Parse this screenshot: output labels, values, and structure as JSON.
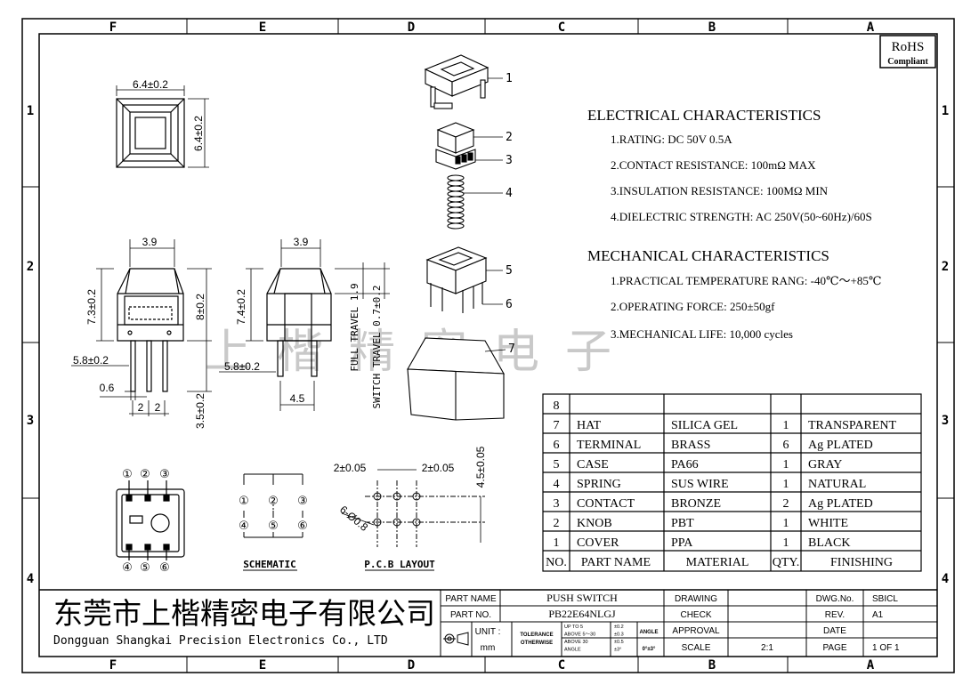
{
  "grid": {
    "columns": [
      "F",
      "E",
      "D",
      "C",
      "B",
      "A"
    ],
    "rows": [
      "1",
      "2",
      "3",
      "4"
    ]
  },
  "rohs": {
    "line1": "RoHS",
    "line2": "Compliant"
  },
  "dimensions": {
    "top_width": "6.4±0.2",
    "top_height": "6.4±0.2",
    "front_top": "3.9",
    "front_left": "7.3±0.2",
    "front_right": "8±0.2",
    "front_pin": "5.8±0.2",
    "pin_pitch_a": "2",
    "pin_pitch_b": "2",
    "pin_width": "0.6",
    "pin_len": "3.5±0.2",
    "side_top": "3.9",
    "side_left": "7.4±0.2",
    "side_pin": "5.8±0.2",
    "side_bottom": "4.5",
    "full_travel": "FULL TRAVEL 1.9",
    "switch_travel": "SWITCH TRAVEL 0.7±0.2",
    "pcb_pitch_a": "2±0.05",
    "pcb_pitch_b": "2±0.05",
    "pcb_height": "4.5±0.05",
    "pcb_holes": "6-Ø0.8"
  },
  "pin_numbers": {
    "top": [
      "①",
      "②",
      "③"
    ],
    "bottom": [
      "④",
      "⑤",
      "⑥"
    ]
  },
  "labels": {
    "schematic": "SCHEMATIC",
    "pcb": "P.C.B LAYOUT"
  },
  "balloons": [
    "1",
    "2",
    "3",
    "4",
    "5",
    "6",
    "7"
  ],
  "watermark": "上  楷  精  密  电  子",
  "electrical": {
    "title": "ELECTRICAL CHARACTERISTICS",
    "items": [
      "1.RATING: DC 50V 0.5A",
      "2.CONTACT RESISTANCE: 100mΩ MAX",
      "3.INSULATION RESISTANCE: 100MΩ MIN",
      "4.DIELECTRIC STRENGTH: AC 250V(50~60Hz)/60S"
    ]
  },
  "mechanical": {
    "title": "MECHANICAL CHARACTERISTICS",
    "items": [
      "1.PRACTICAL TEMPERATURE RANG: -40℃～+85℃",
      "2.OPERATING FORCE: 250±50gf",
      "3.MECHANICAL LIFE: 10,000 cycles"
    ]
  },
  "bom": {
    "header": [
      "NO.",
      "PART NAME",
      "MATERIAL",
      "QTY.",
      "FINISHING"
    ],
    "rows": [
      [
        "8",
        "",
        "",
        "",
        ""
      ],
      [
        "7",
        "HAT",
        "SILICA GEL",
        "1",
        "TRANSPARENT"
      ],
      [
        "6",
        "TERMINAL",
        "BRASS",
        "6",
        "Ag PLATED"
      ],
      [
        "5",
        "CASE",
        "PA66",
        "1",
        "GRAY"
      ],
      [
        "4",
        "SPRING",
        "SUS WIRE",
        "1",
        "NATURAL"
      ],
      [
        "3",
        "CONTACT",
        "BRONZE",
        "2",
        "Ag PLATED"
      ],
      [
        "2",
        "KNOB",
        "PBT",
        "1",
        "WHITE"
      ],
      [
        "1",
        "COVER",
        "PPA",
        "1",
        "BLACK"
      ]
    ]
  },
  "company": {
    "cn": "东莞市上楷精密电子有限公司",
    "en": "Dongguan Shangkai Precision Electronics Co., LTD"
  },
  "title_block": {
    "part_name_label": "PART NAME",
    "part_name": "PUSH SWITCH",
    "part_no_label": "PART NO.",
    "part_no": "PB22E64NLGJ",
    "unit_label": "UNIT :",
    "unit": "mm",
    "tolerance_label": "TOLERANCE",
    "tolerance_sub": "OTHERWISE",
    "tol_rows": [
      [
        "UP TO 5",
        "±0.2"
      ],
      [
        "ABOVE 5～30",
        "±0.3"
      ],
      [
        "ABOVE 30",
        "±0.5"
      ],
      [
        "ANGLE",
        "±3°"
      ]
    ],
    "angle_label": "ANGLE",
    "angle_value": "0°±3°",
    "drawing": "DRAWING",
    "check": "CHECK",
    "approval": "APPROVAL",
    "scale_label": "SCALE",
    "scale": "2:1",
    "dwg_label": "DWG.No.",
    "dwg": "SBICL",
    "rev_label": "REV.",
    "rev": "A1",
    "date_label": "DATE",
    "page_label": "PAGE",
    "page": "1 OF 1"
  }
}
